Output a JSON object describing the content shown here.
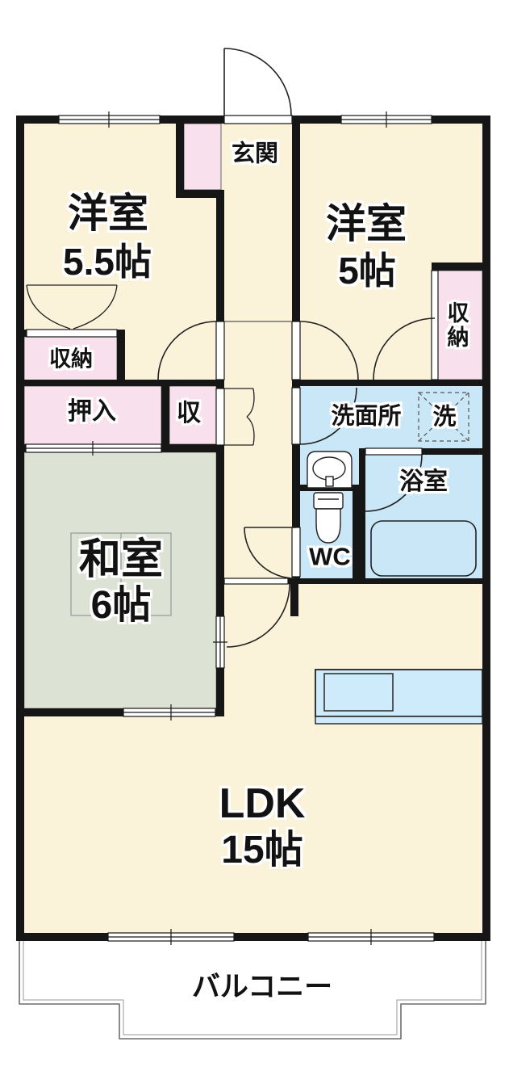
{
  "plan": {
    "type": "apartment-floorplan",
    "rooms": {
      "genkan": {
        "label": "玄関"
      },
      "western_5_5": {
        "label": "洋室",
        "size": "5.5帖"
      },
      "western_5": {
        "label": "洋室",
        "size": "5帖"
      },
      "closet_top_leftяз": {
        "label": ""
      },
      "closet_top_left": {
        "label": "収納"
      },
      "oshiire": {
        "label": "押入"
      },
      "closet_hall": {
        "label": "収"
      },
      "closet_right": {
        "label": "収納"
      },
      "washroom": {
        "label": "洗面所"
      },
      "laundry": {
        "label": "洗"
      },
      "bathroom": {
        "label": "浴室"
      },
      "toilet": {
        "label": "WC"
      },
      "japanese_room": {
        "label": "和室",
        "size": "6帖"
      },
      "ldk": {
        "label": "LDK",
        "size": "15帖"
      },
      "balcony": {
        "label": "バルコニー"
      }
    },
    "palette": {
      "wall": "#161616",
      "room_floor": "#FBF2DA",
      "closet_pink": "#F8E0EC",
      "water_blue": "#C9E7F6",
      "tatami_green": "#DCE3D5",
      "counter_blue": "#CDEBFA",
      "balcony_line": "#777777"
    },
    "icons": [
      "entry-door-swing-icon",
      "window-icon",
      "sliding-door-icon",
      "washing-machine-icon",
      "wash-basin-icon",
      "toilet-icon",
      "bathtub-icon",
      "kitchen-counter-icon",
      "low-table-icon"
    ]
  }
}
